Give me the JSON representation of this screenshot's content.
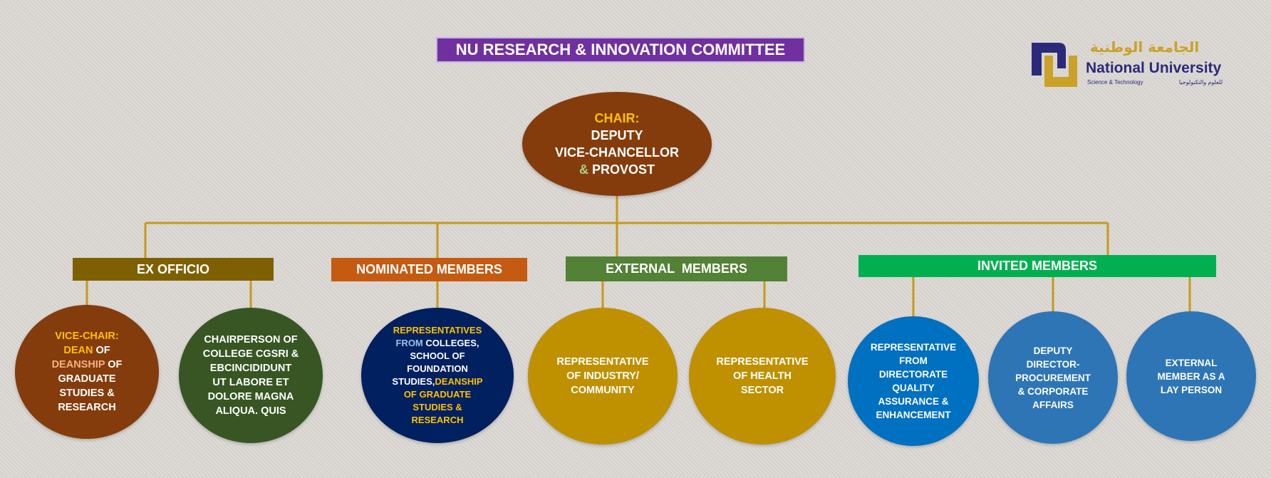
{
  "title": "NU RESEARCH & INNOVATION COMMITTEE",
  "logo": {
    "arabic": "الجامعة الوطنية",
    "english": "National University",
    "sub_en": "Science & Technology",
    "sub_ar": "للعلوم والتكنولوجيا"
  },
  "chair": {
    "label": "CHAIR:",
    "line1": "DEPUTY",
    "line2": "VICE-CHANCELLOR",
    "amp": "&",
    "line3": "PROVOST"
  },
  "categories": [
    {
      "label": "EX OFFICIO",
      "color": "#7f6000"
    },
    {
      "label": "NOMINATED MEMBERS",
      "color": "#c55a11"
    },
    {
      "label": "EXTERNAL  MEMBERS",
      "color": "#538135"
    },
    {
      "label": "INVITED MEMBERS",
      "color": "#00b050"
    }
  ],
  "members": {
    "vice_chair": {
      "a": "VICE-CHAIR:",
      "b": "DEAN",
      "c": " OF",
      "d": "DEANSHIP",
      "e": " OF",
      "f": "GRADUATE",
      "g": "STUDIES &",
      "h": "RESEARCH"
    },
    "chairperson": [
      "CHAIRPERSON OF",
      "COLLEGE CGSRI &",
      "EBCINCIDIDUNT",
      "UT LABORE ET",
      "DOLORE MAGNA",
      "ALIQUA. QUIS"
    ],
    "representatives": {
      "a": "REPRESENTATIVES",
      "b": "FROM",
      "c": " COLLEGES,",
      "d": "SCHOOL OF",
      "e": "FOUNDATION",
      "f": "STUDIES,",
      "g": "DEANSHIP",
      "h": "OF GRADUATE",
      "i": "STUDIES &",
      "j": "RESEARCH"
    },
    "industry": [
      "REPRESENTATIVE",
      "OF INDUSTRY/",
      "COMMUNITY"
    ],
    "health": [
      "REPRESENTATIVE",
      "OF HEALTH",
      "SECTOR"
    ],
    "quality": [
      "REPRESENTATIVE",
      "FROM",
      "DIRECTORATE",
      "QUALITY",
      "ASSURANCE &",
      "ENHANCEMENT"
    ],
    "procurement": [
      "DEPUTY",
      "DIRECTOR-",
      "PROCUREMENT",
      "& CORPORATE",
      "AFFAIRS"
    ],
    "lay_person": [
      "EXTERNAL",
      "MEMBER AS A",
      "LAY PERSON"
    ]
  }
}
